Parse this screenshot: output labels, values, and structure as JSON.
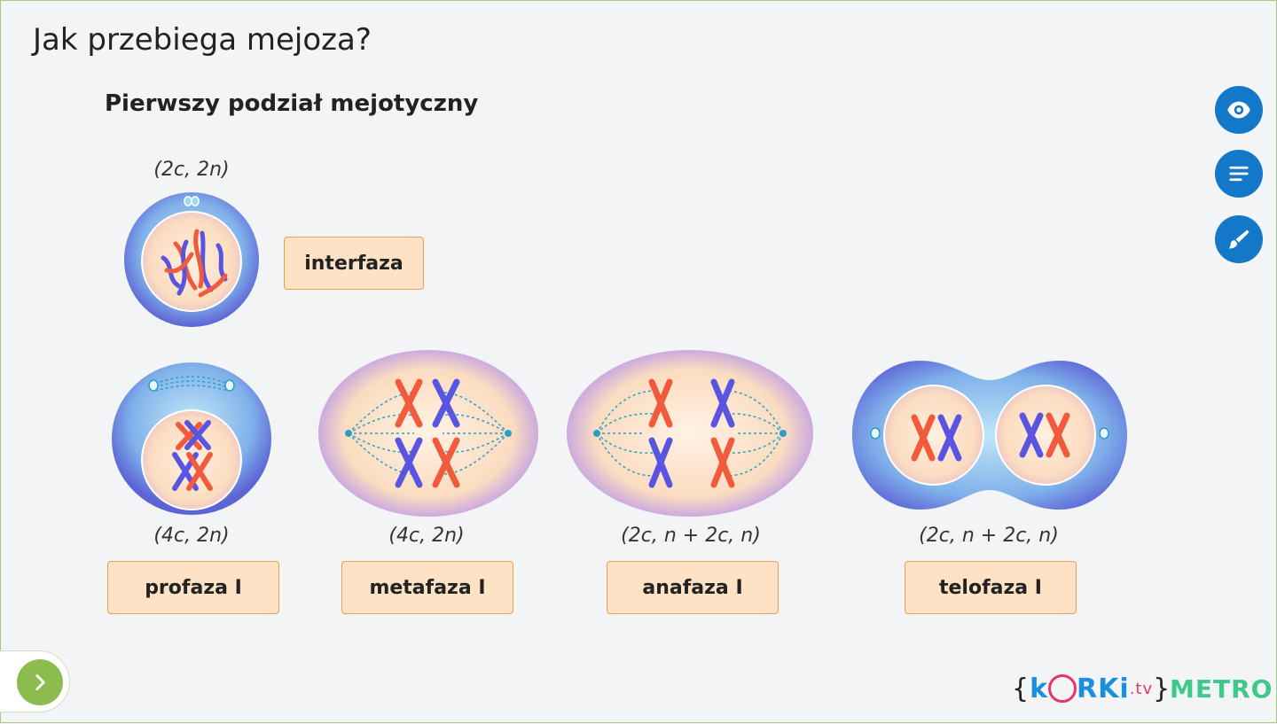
{
  "slide": {
    "title": "Jak przebiega mejoza?",
    "subtitle": "Pierwszy podział mejotyczny"
  },
  "stages": [
    {
      "id": "interphase",
      "formula": "(2c, 2n)",
      "label": "interfaza"
    },
    {
      "id": "prophase",
      "formula": "(4c, 2n)",
      "label": "profaza I"
    },
    {
      "id": "metaphase",
      "formula": "(4c, 2n)",
      "label": "metafaza I"
    },
    {
      "id": "anaphase",
      "formula": "(2c, n + 2c, n)",
      "label": "anafaza I"
    },
    {
      "id": "telophase",
      "formula": "(2c, n + 2c, n)",
      "label": "telofaza I"
    }
  ],
  "toolbar": {
    "icons": [
      "eye-icon",
      "notes-icon",
      "brush-icon"
    ],
    "accent": "#1478c8"
  },
  "navigation": {
    "next_icon": "chevron-right-icon",
    "color": "#8cbc4e"
  },
  "branding": {
    "korki": {
      "brace_open": "{",
      "k": "k",
      "o": "o",
      "rki": "RKi",
      ".tv": ".tv",
      "brace_close": "}"
    },
    "metro": "METRO"
  },
  "colors": {
    "button_fill": "#fde2c6",
    "button_border": "#e8a24c",
    "chromosome_red": "#f25a3c",
    "chromosome_blue": "#5a55e0"
  }
}
